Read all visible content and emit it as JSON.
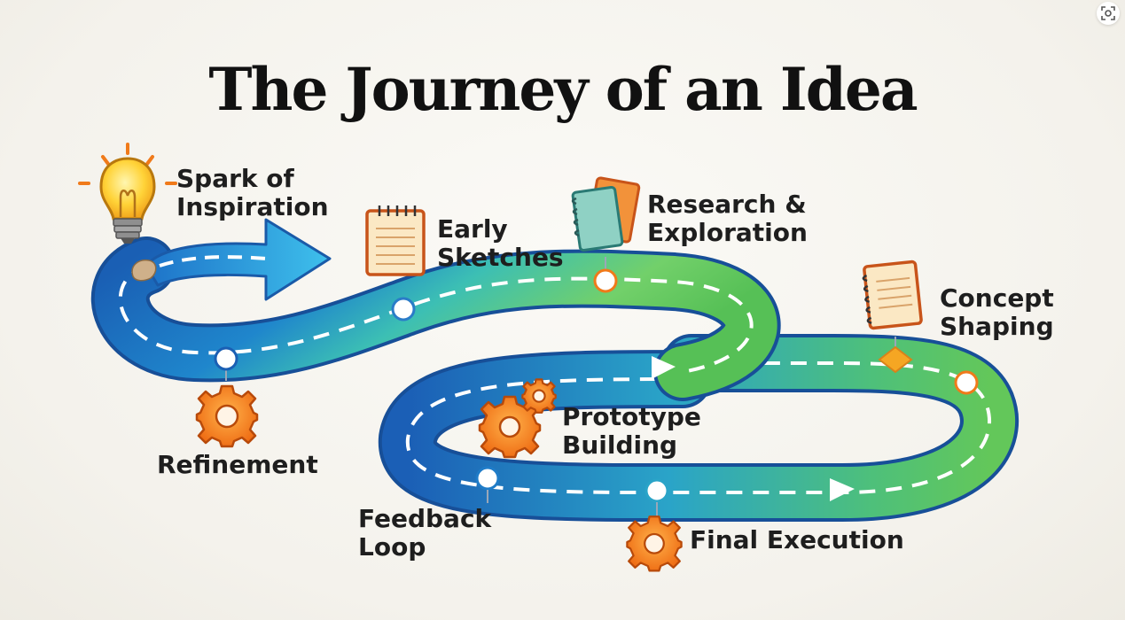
{
  "title": "The Journey of an Idea",
  "stages": [
    {
      "key": "spark",
      "lines": [
        "Spark of",
        "Inspiration"
      ],
      "icon": "lightbulb-icon"
    },
    {
      "key": "sketches",
      "lines": [
        "Early",
        "Sketches"
      ],
      "icon": "notepad-icon"
    },
    {
      "key": "research",
      "lines": [
        "Research &",
        "Exploration"
      ],
      "icon": "notebooks-icon"
    },
    {
      "key": "concept",
      "lines": [
        "Concept",
        "Shaping"
      ],
      "icon": "notebook-icon"
    },
    {
      "key": "refinement",
      "lines": [
        "Refinement"
      ],
      "icon": "gear-icon"
    },
    {
      "key": "prototype",
      "lines": [
        "Prototype",
        "Building"
      ],
      "icon": "gears-icon"
    },
    {
      "key": "feedback",
      "lines": [
        "Feedback",
        "Loop"
      ],
      "icon": null
    },
    {
      "key": "final",
      "lines": [
        "Final Execution"
      ],
      "icon": "gear-icon"
    }
  ],
  "colors": {
    "road_start": "#1a5fb4",
    "road_mid": "#2ab8c8",
    "road_end": "#5cc85a",
    "accent": "#f07a1a",
    "title": "#111111",
    "label": "#1e1e1e"
  },
  "toolbar": {
    "icon": "focus-scan-icon"
  }
}
